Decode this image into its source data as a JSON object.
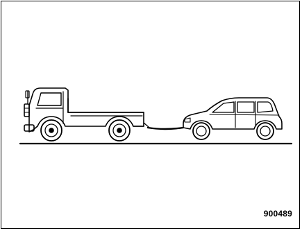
{
  "figure": {
    "code": "900489"
  },
  "colors": {
    "line": "#000000",
    "background": "#ffffff"
  },
  "illustration": {
    "subject": "pickup-truck-towing-car",
    "elements": [
      "flatbed-truck",
      "tow-rope",
      "station-wagon-car",
      "ground-line"
    ]
  }
}
